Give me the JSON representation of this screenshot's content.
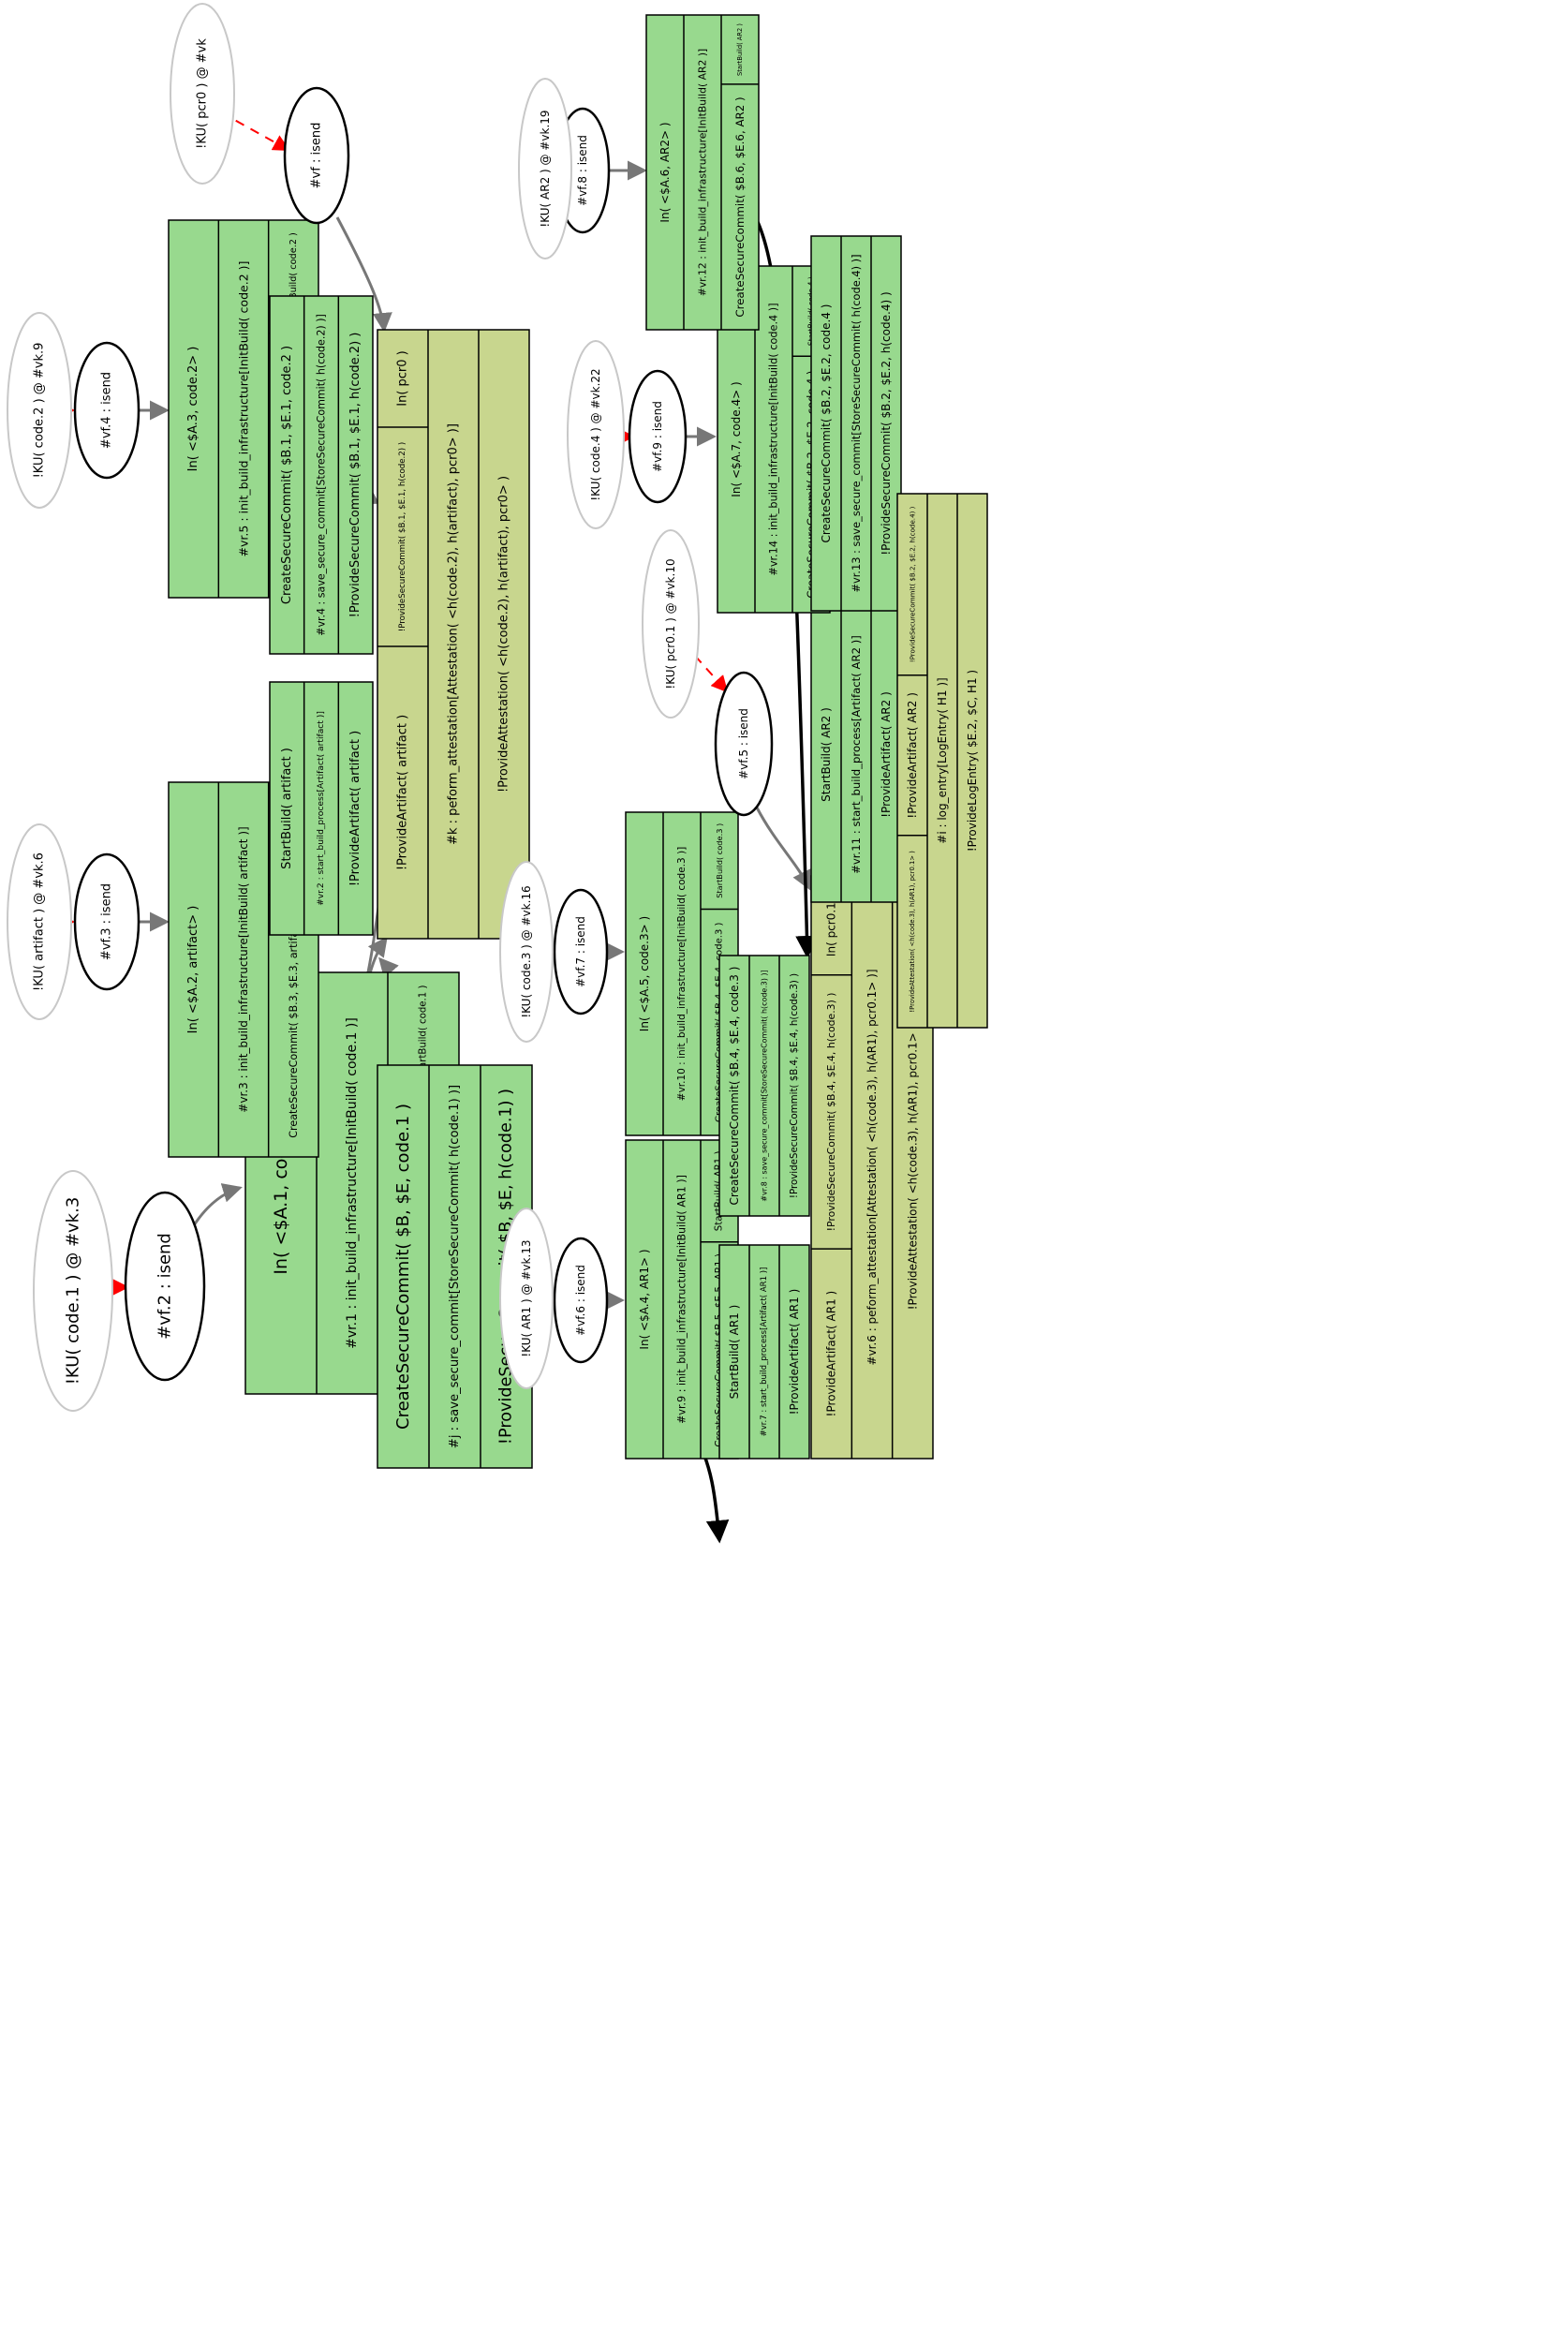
{
  "colors": {
    "rule": "#98d98e",
    "action": "#c8d68e",
    "black": "#000000",
    "gray": "#777777",
    "red": "#ff0000",
    "ghost": "#c8c8c8"
  },
  "ghost_nodes": [
    {
      "id": "g_vk3",
      "text": "!KU( code.1 ) @ #vk.3"
    },
    {
      "id": "g_vk6",
      "text": "!KU( artifact ) @ #vk.6"
    },
    {
      "id": "g_vk9",
      "text": "!KU( code.2 ) @ #vk.9"
    },
    {
      "id": "g_vk",
      "text": "!KU( pcr0 ) @ #vk"
    },
    {
      "id": "g_vk13",
      "text": "!KU( AR1 ) @ #vk.13"
    },
    {
      "id": "g_vk16",
      "text": "!KU( code.3 ) @ #vk.16"
    },
    {
      "id": "g_vk10",
      "text": "!KU( pcr0.1 ) @ #vk.10"
    },
    {
      "id": "g_vk22",
      "text": "!KU( code.4 ) @ #vk.22"
    },
    {
      "id": "g_vk19",
      "text": "!KU( AR2 ) @ #vk.19"
    }
  ],
  "isend_nodes": [
    {
      "id": "vf2",
      "text": "#vf.2 : isend"
    },
    {
      "id": "vf3",
      "text": "#vf.3 : isend"
    },
    {
      "id": "vf4",
      "text": "#vf.4 : isend"
    },
    {
      "id": "vf",
      "text": "#vf : isend"
    },
    {
      "id": "vf6",
      "text": "#vf.6 : isend"
    },
    {
      "id": "vf7",
      "text": "#vf.7 : isend"
    },
    {
      "id": "vf5",
      "text": "#vf.5 : isend"
    },
    {
      "id": "vf9",
      "text": "#vf.9 : isend"
    },
    {
      "id": "vf8",
      "text": "#vf.8 : isend"
    }
  ],
  "rule_boxes": [
    {
      "id": "vr1",
      "kind": "rule",
      "premises": [
        "In( <$A.1, code.1> )"
      ],
      "label": "#vr.1 : init_build_infrastructure[InitBuild( code.1 )]",
      "conclusions": [
        "CreateSecureCommit( $B, $E, code.1 )",
        "StartBuild( code.1 )"
      ]
    },
    {
      "id": "vrj",
      "kind": "rule",
      "premises": [
        "CreateSecureCommit( $B, $E, code.1 )"
      ],
      "label": "#j : save_secure_commit[StoreSecureCommit( h(code.1) )]",
      "conclusions": [
        "!ProvideSecureCommit( $B, $E, h(code.1) )"
      ]
    },
    {
      "id": "vr3",
      "kind": "rule",
      "premises": [
        "In( <$A.2, artifact> )"
      ],
      "label": "#vr.3 : init_build_infrastructure[InitBuild( artifact )]",
      "conclusions": [
        "CreateSecureCommit( $B.3, $E.3, artifact )",
        "StartBuild( artifact )"
      ]
    },
    {
      "id": "vr2",
      "kind": "rule",
      "premises": [
        "StartBuild( artifact )"
      ],
      "label": "#vr.2 : start_build_process[Artifact( artifact )]",
      "conclusions": [
        "!ProvideArtifact( artifact )"
      ]
    },
    {
      "id": "vr5",
      "kind": "rule",
      "premises": [
        "In( <$A.3, code.2> )"
      ],
      "label": "#vr.5 : init_build_infrastructure[InitBuild( code.2 )]",
      "conclusions": [
        "CreateSecureCommit( $B.1, $E.1, code.2 )",
        "StartBuild( code.2 )"
      ]
    },
    {
      "id": "vr4",
      "kind": "rule",
      "premises": [
        "CreateSecureCommit( $B.1, $E.1, code.2 )"
      ],
      "label": "#vr.4 : save_secure_commit[StoreSecureCommit( h(code.2) )]",
      "conclusions": [
        "!ProvideSecureCommit( $B.1, $E.1, h(code.2) )"
      ]
    },
    {
      "id": "vk",
      "kind": "action",
      "premises": [
        "!ProvideArtifact( artifact )",
        "!ProvideSecureCommit( $B.1, $E.1, h(code.2) )",
        "In( pcr0 )"
      ],
      "label": "#k : peform_attestation[Attestation( <h(code.2), h(artifact), pcr0> )]",
      "conclusions": [
        "!ProvideAttestation( <h(code.2), h(artifact), pcr0> )"
      ]
    },
    {
      "id": "vr9",
      "kind": "rule",
      "premises": [
        "In( <$A.4, AR1> )"
      ],
      "label": "#vr.9 : init_build_infrastructure[InitBuild( AR1 )]",
      "conclusions": [
        "CreateSecureCommit( $B.5, $E.5, AR1 )",
        "StartBuild( AR1 )"
      ]
    },
    {
      "id": "vr7",
      "kind": "rule",
      "premises": [
        "StartBuild( AR1 )"
      ],
      "label": "#vr.7 : start_build_process[Artifact( AR1 )]",
      "conclusions": [
        "!ProvideArtifact( AR1 )"
      ]
    },
    {
      "id": "vr10",
      "kind": "rule",
      "premises": [
        "In( <$A.5, code.3> )"
      ],
      "label": "#vr.10 : init_build_infrastructure[InitBuild( code.3 )]",
      "conclusions": [
        "CreateSecureCommit( $B.4, $E.4, code.3 )",
        "StartBuild( code.3 )"
      ]
    },
    {
      "id": "vr8",
      "kind": "rule",
      "premises": [
        "CreateSecureCommit( $B.4, $E.4, code.3 )"
      ],
      "label": "#vr.8 : save_secure_commit[StoreSecureCommit( h(code.3) )]",
      "conclusions": [
        "!ProvideSecureCommit( $B.4, $E.4, h(code.3) )"
      ]
    },
    {
      "id": "vr6",
      "kind": "action",
      "premises": [
        "!ProvideArtifact( AR1 )",
        "!ProvideSecureCommit( $B.4, $E.4, h(code.3) )",
        "In( pcr0.1 )"
      ],
      "label": "#vr.6 : peform_attestation[Attestation( <h(code.3), h(AR1), pcr0.1> )]",
      "conclusions": [
        "!ProvideAttestation( <h(code.3), h(AR1), pcr0.1> )"
      ]
    },
    {
      "id": "vr11",
      "kind": "rule",
      "premises": [
        "StartBuild( AR2 )"
      ],
      "label": "#vr.11 : start_build_process[Artifact( AR2 )]",
      "conclusions": [
        "!ProvideArtifact( AR2 )"
      ]
    },
    {
      "id": "vr14",
      "kind": "rule",
      "premises": [
        "In( <$A.7, code.4> )"
      ],
      "label": "#vr.14 : init_build_infrastructure[InitBuild( code.4 )]",
      "conclusions": [
        "CreateSecureCommit( $B.2, $E.2, code.4 )",
        "StartBuild( code.4 )"
      ]
    },
    {
      "id": "vr13",
      "kind": "rule",
      "premises": [
        "CreateSecureCommit( $B.2, $E.2, code.4 )"
      ],
      "label": "#vr.13 : save_secure_commit[StoreSecureCommit( h(code.4) )]",
      "conclusions": [
        "!ProvideSecureCommit( $B.2, $E.2, h(code.4) )"
      ]
    },
    {
      "id": "vr12",
      "kind": "rule",
      "premises": [
        "In( <$A.6, AR2> )"
      ],
      "label": "#vr.12 : init_build_infrastructure[InitBuild( AR2 )]",
      "conclusions": [
        "CreateSecureCommit( $B.6, $E.6, AR2 )",
        "StartBuild( AR2 )"
      ]
    },
    {
      "id": "vi",
      "kind": "action",
      "premises": [
        "!ProvideAttestation( <h(code.3), h(AR1), pcr0.1> )",
        "!ProvideArtifact( AR2 )",
        "!ProvideSecureCommit( $B.2, $E.2, h(code.4) )"
      ],
      "label": "#i : log_entry[LogEntry( H1 )]",
      "conclusions": [
        "!ProvideLogEntry( $E.2, $C, H1 )"
      ]
    }
  ]
}
